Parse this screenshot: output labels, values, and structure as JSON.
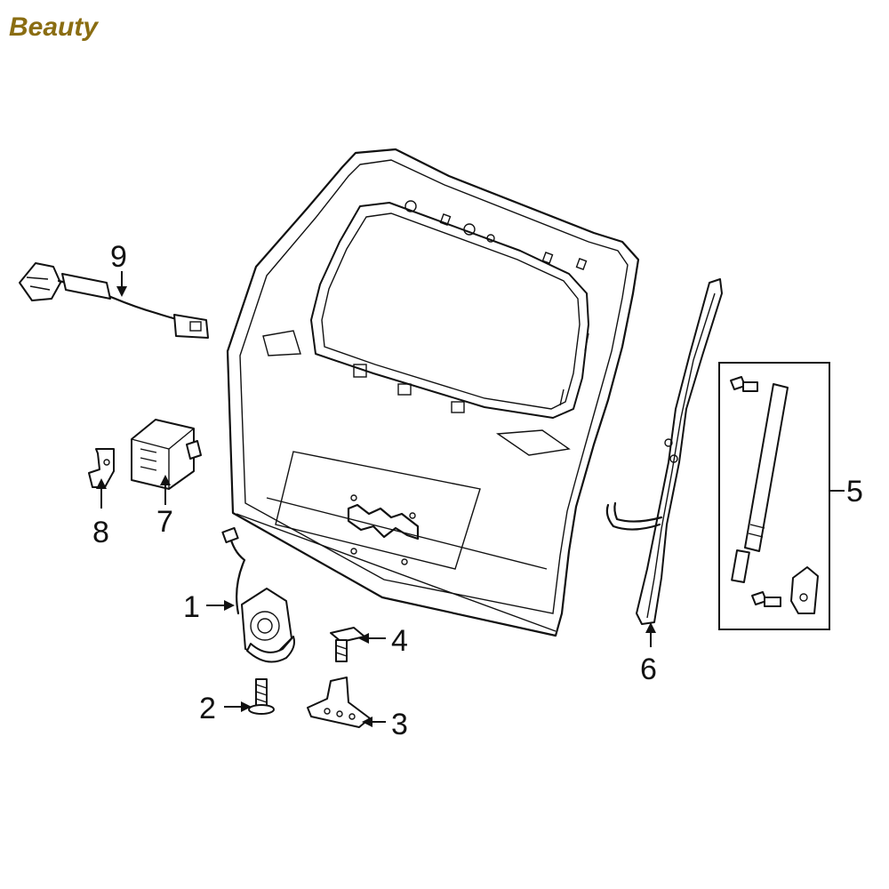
{
  "brand": {
    "text": "Beauty",
    "color": "#8a6d12"
  },
  "callouts": {
    "n1": "1",
    "n2": "2",
    "n3": "3",
    "n4": "4",
    "n5": "5",
    "n6": "6",
    "n7": "7",
    "n8": "8",
    "n9": "9"
  },
  "parts": [
    {
      "id": "1",
      "name": "latch-actuator"
    },
    {
      "id": "2",
      "name": "bolt"
    },
    {
      "id": "3",
      "name": "striker-hinge-bracket"
    },
    {
      "id": "4",
      "name": "stud-bolt"
    },
    {
      "id": "5",
      "name": "gas-strut-kit"
    },
    {
      "id": "6",
      "name": "weatherstrip-channel"
    },
    {
      "id": "7",
      "name": "control-module"
    },
    {
      "id": "8",
      "name": "clip-bracket"
    },
    {
      "id": "9",
      "name": "wiring-harness"
    }
  ]
}
